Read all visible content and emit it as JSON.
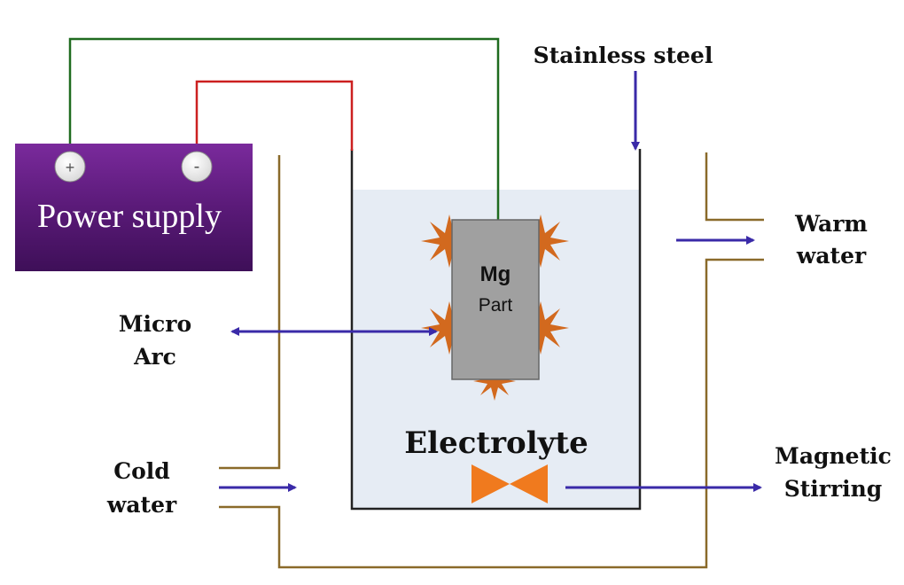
{
  "power_supply": {
    "label": "Power supply",
    "positive_terminal": "+",
    "negative_terminal": "-"
  },
  "labels": {
    "stainless_steel": "Stainless steel",
    "warm_water_line1": "Warm",
    "warm_water_line2": "water",
    "micro_arc_line1": "Micro",
    "micro_arc_line2": "Arc",
    "cold_water_line1": "Cold",
    "cold_water_line2": "water",
    "electrolyte": "Electrolyte",
    "magnetic_line1": "Magnetic",
    "magnetic_line2": "Stirring"
  },
  "mg_part": {
    "title": "Mg",
    "subtitle": "Part"
  },
  "colors": {
    "power_supply_fill": "#5a1a78",
    "positive_wire": "#1f6b1f",
    "negative_wire": "#cc2020",
    "jacket_wall": "#8a6a2a",
    "electrolyte_fill": "#e6ecf4",
    "part_fill": "#a0a0a0",
    "arc_color": "#d2691e",
    "arrow_color": "#3a2aa8",
    "stirrer_color": "#f07a1e"
  },
  "icons": {
    "stirrer": "stir-bar-icon",
    "arc": "spark-icon"
  }
}
